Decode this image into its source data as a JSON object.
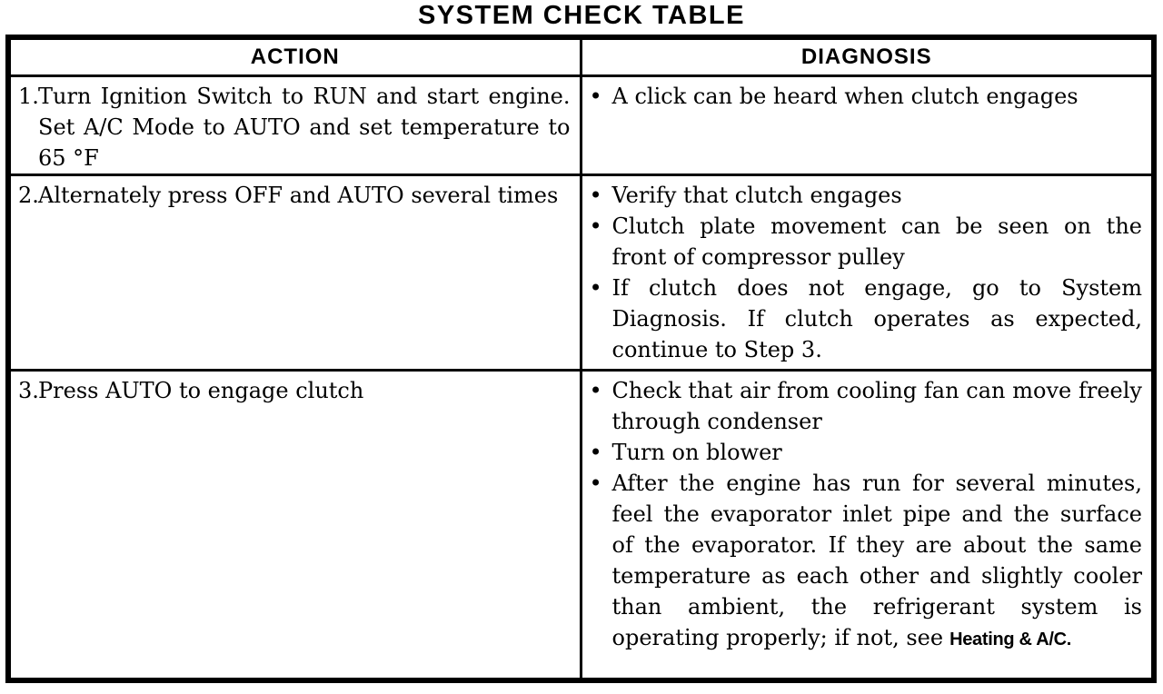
{
  "title": "SYSTEM CHECK TABLE",
  "glyphs": {
    "bullet": "•"
  },
  "colors": {
    "ink": "#000000",
    "paper": "#ffffff"
  },
  "table": {
    "columns": [
      "ACTION",
      "DIAGNOSIS"
    ],
    "rows": [
      {
        "action_number": "1.",
        "action": "Turn Ignition Switch to RUN and start engine. Set A/C Mode to AUTO and set temperature to 65 °F",
        "diagnosis": [
          {
            "text": "A click can be heard when clutch engages"
          }
        ]
      },
      {
        "action_number": "2.",
        "action": "Alternately press OFF and AUTO several times",
        "diagnosis": [
          {
            "text": "Verify that clutch engages"
          },
          {
            "text": "Clutch plate movement can be seen on the front of compressor pulley"
          },
          {
            "text": "If clutch does not engage, go to System Diagnosis. If clutch operates as expected, continue to Step 3."
          }
        ]
      },
      {
        "action_number": "3.",
        "action": "Press AUTO to engage clutch",
        "diagnosis": [
          {
            "text": "Check that air from cooling fan can move freely through condenser"
          },
          {
            "text": "Turn on blower"
          },
          {
            "text": "After the engine has run for several minutes, feel the evaporator inlet pipe and the surface of the evaporator. If they are about the same temperature as each other and slightly cooler than ambient, the refrigerant system is operating properly; if not, see",
            "ref": "Heating & A/C."
          }
        ]
      }
    ]
  }
}
